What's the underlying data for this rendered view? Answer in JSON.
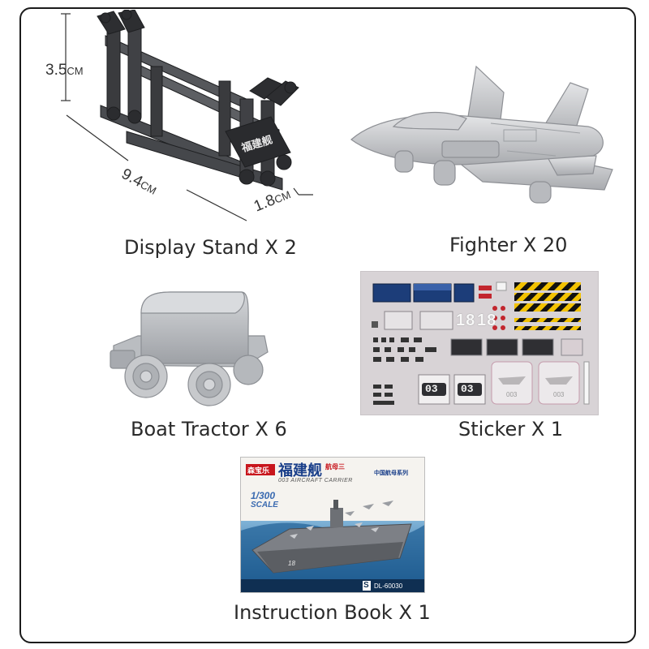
{
  "items": [
    {
      "label": "Display Stand X 2"
    },
    {
      "label": "Fighter X 20"
    },
    {
      "label": "Boat Tractor X 6"
    },
    {
      "label": "Sticker X 1"
    },
    {
      "label": "Instruction Book X 1"
    }
  ],
  "dimensions": {
    "height": "3.5",
    "length": "9.4",
    "width": "1.8",
    "unit": "CM"
  },
  "book": {
    "brand": "森宝乐",
    "title_cn": "福建舰",
    "subtitle_cn": "航母三",
    "subtitle_en": "003 AIRCRAFT CARRIER",
    "series_cn": "中国航母系列",
    "scale_ratio": "1/300",
    "scale_word": "SCALE",
    "model_no": "DL-60030",
    "pack_mark": "S",
    "hull_number": "18"
  },
  "stand_badge": "福建舰",
  "sticker": {
    "number_large": "1818",
    "numbers_small": [
      "03",
      "03"
    ],
    "jet_codes": [
      "003",
      "003"
    ]
  },
  "colors": {
    "frame": "#1b1b1b",
    "stand": "#3a3b3e",
    "fighter": "#c8c9cc",
    "tractor": "#b9bcc0",
    "sheet": "#d8d3d6",
    "book_red": "#c8161d",
    "sea": "#1f5f95"
  }
}
